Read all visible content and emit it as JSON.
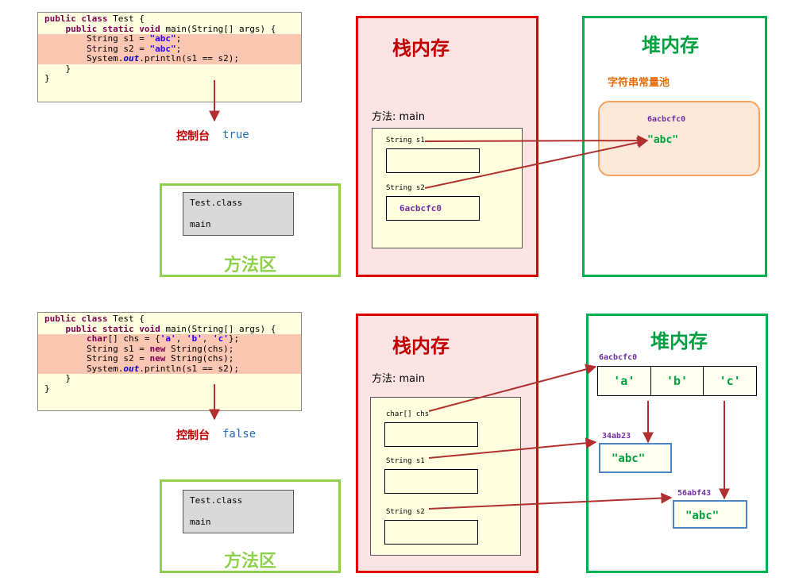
{
  "top": {
    "code_lines": [
      {
        "id": "l1",
        "hl": false,
        "parts": [
          [
            "kw",
            "public class"
          ],
          [
            "",
            "Test {"
          ]
        ]
      },
      {
        "id": "l2",
        "hl": false,
        "parts": [
          [
            "",
            "    "
          ],
          [
            "kw",
            "public static void"
          ],
          [
            "",
            " main(String[] args) {"
          ]
        ]
      },
      {
        "id": "l3",
        "hl": true,
        "parts": [
          [
            "",
            "        String s1 = "
          ],
          [
            "str",
            "\"abc\""
          ],
          [
            "",
            ";"
          ]
        ]
      },
      {
        "id": "l4",
        "hl": true,
        "parts": [
          [
            "",
            "        String s2 = "
          ],
          [
            "str",
            "\"abc\""
          ],
          [
            "",
            ";"
          ]
        ]
      },
      {
        "id": "l5",
        "hl": true,
        "parts": [
          [
            "",
            "        System."
          ],
          [
            "it",
            "out"
          ],
          [
            "",
            ".println(s1 == s2);"
          ]
        ]
      },
      {
        "id": "l6",
        "hl": false,
        "parts": [
          [
            "",
            "    }"
          ]
        ]
      },
      {
        "id": "l7",
        "hl": false,
        "parts": [
          [
            "",
            "}"
          ]
        ]
      }
    ],
    "console_label": "控制台",
    "console_value": "true",
    "method_area": {
      "class_name": "Test.class",
      "method": "main",
      "title": "方法区"
    },
    "stack": {
      "title": "栈内存",
      "method_label": "方法: main",
      "vars": [
        {
          "label": "String  s1",
          "value": ""
        },
        {
          "label": "String  s2",
          "value": "6acbcfc0"
        }
      ]
    },
    "heap": {
      "title": "堆内存",
      "pool_title": "字符串常量池",
      "pool_addr": "6acbcfc0",
      "pool_value": "\"abc\""
    }
  },
  "bottom": {
    "code_lines": [
      {
        "id": "m1",
        "hl": false,
        "parts": [
          [
            "kw",
            "public class"
          ],
          [
            "",
            "Test {"
          ]
        ]
      },
      {
        "id": "m2",
        "hl": false,
        "parts": [
          [
            "",
            "    "
          ],
          [
            "kw",
            "public static void"
          ],
          [
            "",
            " main(String[] args) {"
          ]
        ]
      },
      {
        "id": "m3",
        "hl": true,
        "parts": [
          [
            "",
            "        "
          ],
          [
            "kw",
            "char"
          ],
          [
            "",
            "[] chs = {"
          ],
          [
            "str",
            "'a'"
          ],
          [
            "",
            ", "
          ],
          [
            "str",
            "'b'"
          ],
          [
            "",
            ", "
          ],
          [
            "str",
            "'c'"
          ],
          [
            "",
            "};"
          ]
        ]
      },
      {
        "id": "m4",
        "hl": true,
        "parts": [
          [
            "",
            "        String s1 = "
          ],
          [
            "kw",
            "new"
          ],
          [
            "",
            " String(chs);"
          ]
        ]
      },
      {
        "id": "m5",
        "hl": true,
        "parts": [
          [
            "",
            "        String s2 = "
          ],
          [
            "kw",
            "new"
          ],
          [
            "",
            " String(chs);"
          ]
        ]
      },
      {
        "id": "m6",
        "hl": true,
        "parts": [
          [
            "",
            "        System."
          ],
          [
            "it",
            "out"
          ],
          [
            "",
            ".println(s1 == s2);"
          ]
        ]
      },
      {
        "id": "m7",
        "hl": false,
        "parts": [
          [
            "",
            "    }"
          ]
        ]
      },
      {
        "id": "m8",
        "hl": false,
        "parts": [
          [
            "",
            "}"
          ]
        ]
      }
    ],
    "console_label": "控制台",
    "console_value": "false",
    "method_area": {
      "class_name": "Test.class",
      "method": "main",
      "title": "方法区"
    },
    "stack": {
      "title": "栈内存",
      "method_label": "方法: main",
      "vars": [
        {
          "label": "char[]  chs",
          "value": ""
        },
        {
          "label": "String  s1",
          "value": ""
        },
        {
          "label": "String  s2",
          "value": ""
        }
      ]
    },
    "heap": {
      "title": "堆内存",
      "array_addr": "6acbcfc0",
      "chars": [
        "'a'",
        "'b'",
        "'c'"
      ],
      "s1_addr": "34ab23",
      "s1_value": "\"abc\"",
      "s2_addr": "56abf43",
      "s2_value": "\"abc\""
    }
  },
  "colors": {
    "arrow": "#b03030",
    "stack_border": "#e00000",
    "heap_border": "#00b050",
    "method_border": "#8fd14f"
  }
}
